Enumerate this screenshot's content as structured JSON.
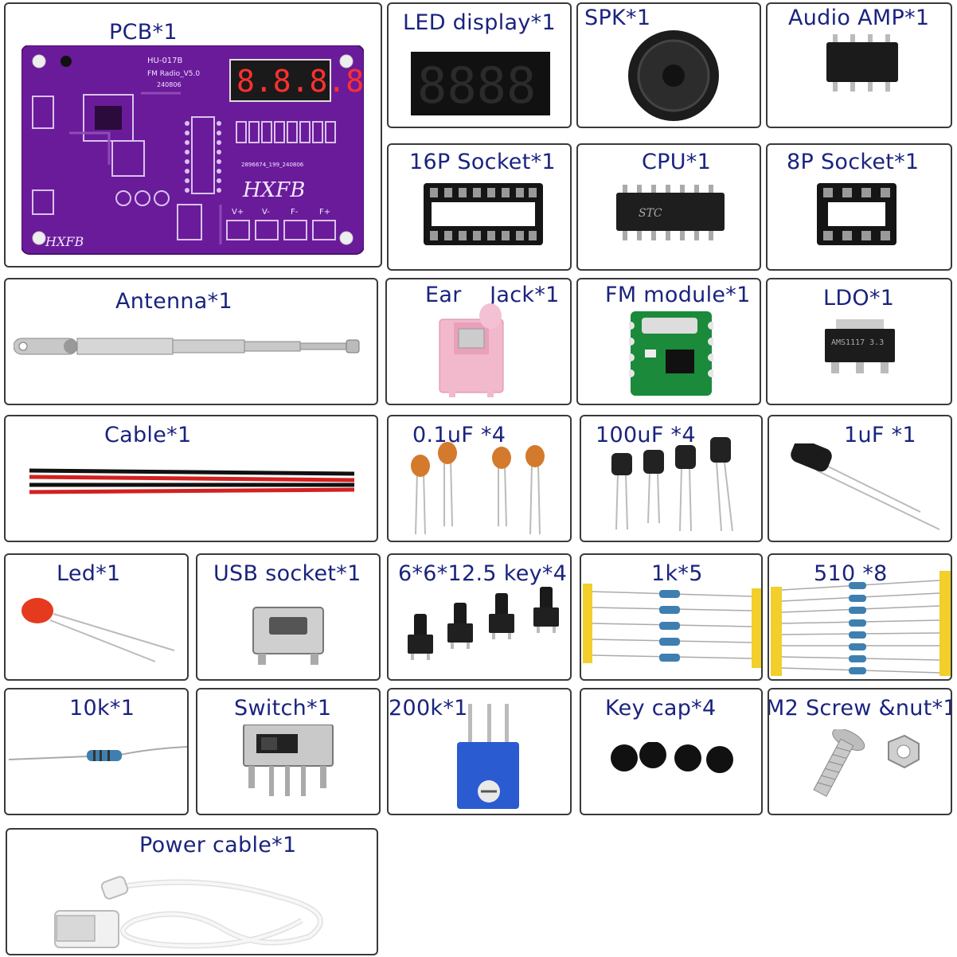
{
  "items": [
    {
      "label": "PCB*1"
    },
    {
      "label": "LED display*1"
    },
    {
      "label": "SPK*1"
    },
    {
      "label": "Audio AMP*1"
    },
    {
      "label": "16P Socket*1"
    },
    {
      "label": "CPU*1"
    },
    {
      "label": "8P Socket*1"
    },
    {
      "label": "Antenna*1"
    },
    {
      "label": "Ear    Jack*1"
    },
    {
      "label": "FM module*1"
    },
    {
      "label": "LDO*1"
    },
    {
      "label": "Cable*1"
    },
    {
      "label": "0.1uF *4"
    },
    {
      "label": "100uF *4"
    },
    {
      "label": "1uF *1"
    },
    {
      "label": "Led*1"
    },
    {
      "label": "USB socket*1"
    },
    {
      "label": "6*6*12.5 key*4"
    },
    {
      "label": "1k*5"
    },
    {
      "label": "510 *8"
    },
    {
      "label": "10k*1"
    },
    {
      "label": "Switch*1"
    },
    {
      "label": "200k*1"
    },
    {
      "label": "Key cap*4"
    },
    {
      "label": "M2 Screw &nut*1"
    },
    {
      "label": "Power cable*1"
    }
  ],
  "pcb": {
    "model": "HU-017B",
    "name": "FM Radio_V5.0",
    "date": "240806",
    "brand": "HXFB",
    "serial": "2896674_199_240806",
    "buttons": [
      "V+",
      "V-",
      "F-",
      "F+"
    ]
  },
  "chips": {
    "cpu_brand": "STC",
    "ldo_marking": "AMS1117 3.3"
  },
  "colors": {
    "label": "#1a237e",
    "pcb": "#6a1b9a",
    "border": "#3a3a3a"
  }
}
